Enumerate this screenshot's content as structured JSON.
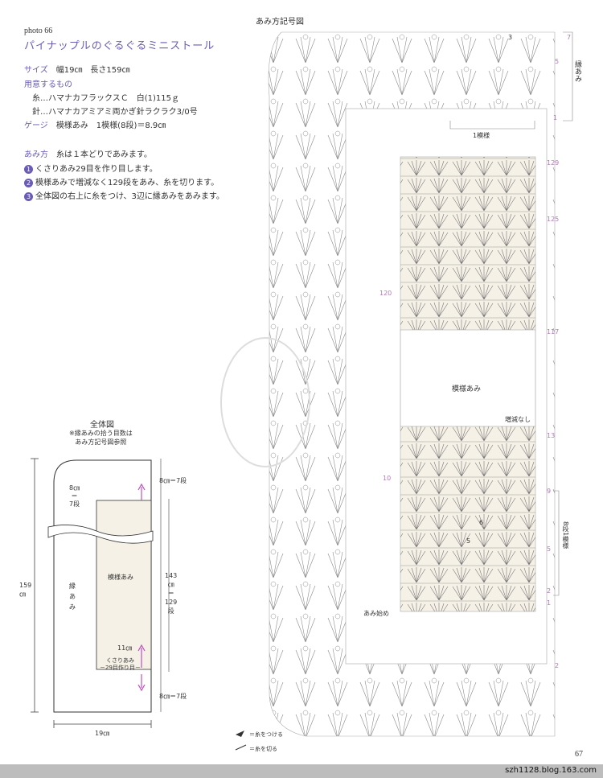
{
  "photo_number": "photo 66",
  "title": "パイナップルのぐるぐるミニストール",
  "size": {
    "label": "サイズ",
    "value": "幅19㎝　長さ159㎝"
  },
  "materials": {
    "label": "用意するもの",
    "yarn": "糸…ハマナカフラックスＣ　白(1)115ｇ",
    "hook": "針…ハマナカアミアミ両かぎ針ラクラク3/0号"
  },
  "gauge": {
    "label": "ゲージ",
    "value": "模様あみ　1模様(8段)＝8.9㎝"
  },
  "howto": {
    "label": "あみ方",
    "intro": "糸は１本どりであみます。",
    "steps": [
      {
        "num": "1",
        "text": "くさりあみ29目を作り目します。"
      },
      {
        "num": "2",
        "text": "模様あみで増減なく129段をあみ、糸を切ります。"
      },
      {
        "num": "3",
        "text": "全体図の右上に糸をつけ、3辺に縁あみをあみます。"
      }
    ]
  },
  "diagram": {
    "title": "あみ方記号図",
    "labels": {
      "edge": "縁あみ",
      "pattern": "模様あみ",
      "one_motif": "1模様",
      "no_change": "増減なし",
      "start": "あみ始め",
      "eight_rows": "8段1模様"
    },
    "row_markers_right": [
      "129",
      "125",
      "117",
      "13",
      "9",
      "5",
      "2",
      "1"
    ],
    "row_markers_left": [
      "120",
      "10"
    ],
    "edge_markers": [
      "7",
      "5",
      "1",
      "2"
    ],
    "inner_markers": [
      "5",
      "6",
      "3"
    ],
    "legend": [
      {
        "symbol": "join",
        "text": "＝糸をつける"
      },
      {
        "symbol": "cut",
        "text": "＝糸を切る"
      }
    ]
  },
  "overview": {
    "title": "全体図",
    "note_line1": "※縁あみの拾う目数は",
    "note_line2": "あみ方記号図参照",
    "width_total": "19㎝",
    "length_total": "159㎝",
    "top_edge": "8㎝＝7段",
    "bottom_edge": "8㎝＝7段",
    "side_width_a": "8㎝",
    "side_width_b": "＝",
    "side_width_c": "7段",
    "center_length_a": "143",
    "center_length_b": "㎝",
    "center_length_c": "＝",
    "center_length_d": "129",
    "center_length_e": "段",
    "center_label": "模様あみ",
    "edge_label_1": "縁",
    "edge_label_2": "あ",
    "edge_label_3": "み",
    "center_width": "11㎝",
    "chain_a": "くさりあみ",
    "chain_b": "－29目作り目－",
    "len_label_a": "159",
    "len_label_b": "㎝"
  },
  "page_number": "67",
  "watermark": "szh1128.blog.163.com",
  "colors": {
    "accent": "#6a5bb5",
    "arrow": "#c050c0",
    "pattern_fill": "#f6f1e6",
    "footer": "#bdbdbd"
  }
}
